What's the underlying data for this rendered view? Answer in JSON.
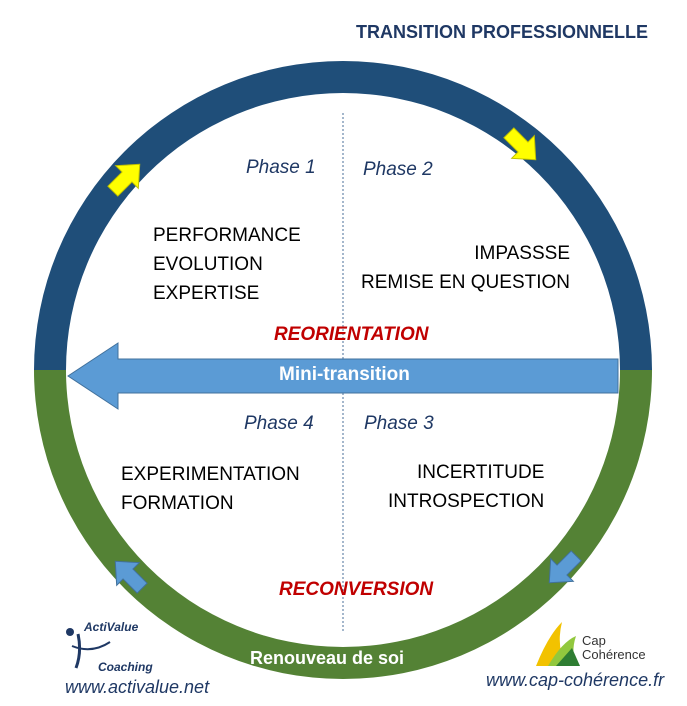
{
  "title": "TRANSITION PROFESSIONNELLE",
  "phases": [
    {
      "name": "Phase 1",
      "lines": [
        "PERFORMANCE",
        "EVOLUTION",
        "EXPERTISE"
      ]
    },
    {
      "name": "Phase 2",
      "lines": [
        "IMPASSSE",
        "REMISE EN QUESTION"
      ]
    },
    {
      "name": "Phase 3",
      "lines": [
        "INCERTITUDE",
        "INTROSPECTION"
      ]
    },
    {
      "name": "Phase 4",
      "lines": [
        "EXPERIMENTATION",
        "FORMATION"
      ]
    }
  ],
  "reorientation": "REORIENTATION",
  "reconversion": "RECONVERSION",
  "mini_transition": "Mini-transition",
  "renouveau": "Renouveau de soi",
  "logos": {
    "activalue_top": "ActiValue",
    "activalue_bottom": "Coaching",
    "activalue_url": "www.activalue.net",
    "cap_line1": "Cap",
    "cap_line2": "Cohérence",
    "cap_url": "www.cap-cohérence.fr"
  },
  "colors": {
    "ring_top": "#1f4e79",
    "ring_bottom": "#548235",
    "arrow_blue": "#5b9bd5",
    "arrow_yellow": "#ffff00",
    "title_blue": "#1f3864",
    "accent_red": "#c00000"
  }
}
